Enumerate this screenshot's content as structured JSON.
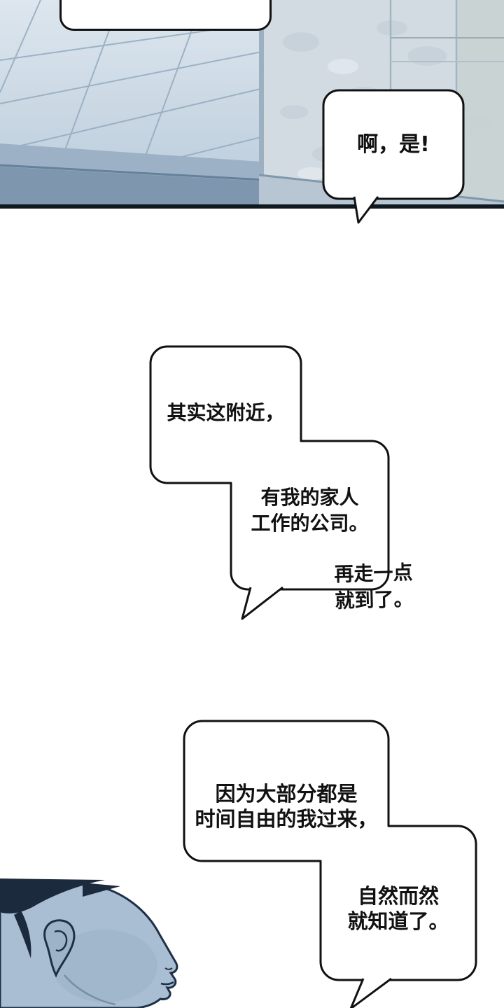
{
  "page": {
    "width": "720",
    "height": "1440"
  },
  "panel": {
    "description": "outdoor plaza with tiled floor and stone pillar",
    "floor_color": "#b9cbdb",
    "floor_dark_band": "#7e97ae",
    "pillar_color": "#d2dbe2",
    "panel_border": "#101820"
  },
  "bubbles": {
    "ah": {
      "text": "啊，是!"
    },
    "nearby": {
      "text": "其实这附近，"
    },
    "family": {
      "line1": "有我的家人",
      "line2": "工作的公司。"
    },
    "handwritten": {
      "line1": "再走一点",
      "line2": "就到了。"
    },
    "because": {
      "line1": "因为大部分都是",
      "line2": "时间自由的我过来，"
    },
    "naturally": {
      "line1": "自然而然",
      "line2": "就知道了。"
    }
  },
  "colors": {
    "bubble_fill": "#ffffff",
    "bubble_border": "#111111",
    "text": "#111111",
    "skin": "#a9bed3",
    "hair": "#1c2a3d",
    "outline": "#1e3048"
  }
}
